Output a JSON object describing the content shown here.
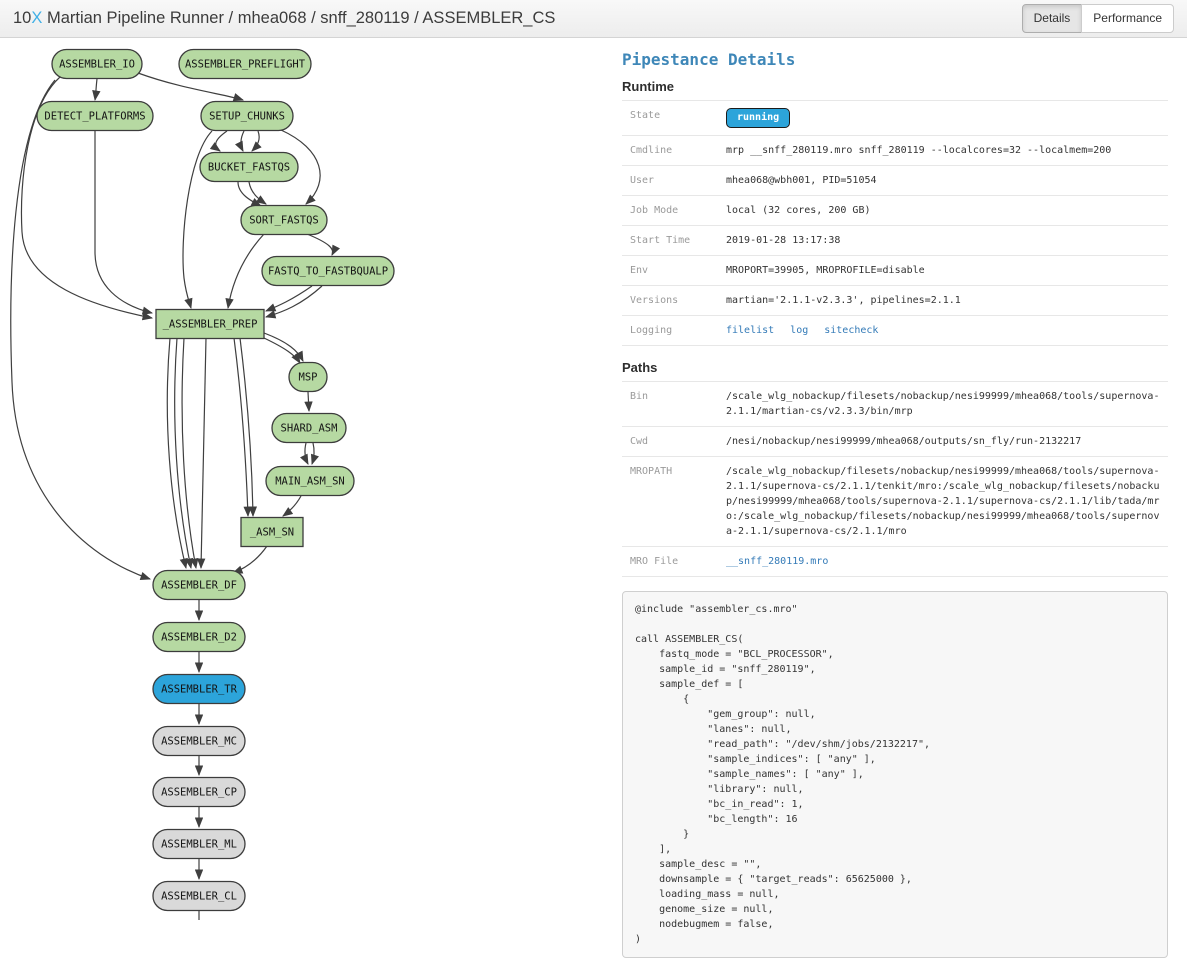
{
  "header": {
    "title_prefix": "10",
    "title_x": "X",
    "title_rest": " Martian Pipeline Runner / mhea068 / snff_280119 / ASSEMBLER_CS",
    "buttons": [
      {
        "label": "Details",
        "active": true
      },
      {
        "label": "Performance",
        "active": false
      }
    ]
  },
  "colors": {
    "node_complete_green": "#b6d9a2",
    "node_running_blue": "#2ca4da",
    "node_waiting_gray": "#d9d9d9",
    "node_border": "#3c3c3c",
    "edge": "#3f3f3f",
    "link_blue": "#337ab7",
    "panel_title_blue": "#3e87b8",
    "badge_blue": "#2ca4da"
  },
  "graph": {
    "nodes": [
      {
        "id": "ASSEMBLER_IO",
        "label": "ASSEMBLER_IO",
        "state": "complete"
      },
      {
        "id": "ASSEMBLER_PREFLIGHT",
        "label": "ASSEMBLER_PREFLIGHT",
        "state": "complete"
      },
      {
        "id": "DETECT_PLATFORMS",
        "label": "DETECT_PLATFORMS",
        "state": "complete"
      },
      {
        "id": "SETUP_CHUNKS",
        "label": "SETUP_CHUNKS",
        "state": "complete"
      },
      {
        "id": "BUCKET_FASTQS",
        "label": "BUCKET_FASTQS",
        "state": "complete"
      },
      {
        "id": "SORT_FASTQS",
        "label": "SORT_FASTQS",
        "state": "complete"
      },
      {
        "id": "FASTQ_TO_FASTBQUALP",
        "label": "FASTQ_TO_FASTBQUALP",
        "state": "complete"
      },
      {
        "id": "_ASSEMBLER_PREP",
        "label": "_ASSEMBLER_PREP",
        "state": "complete",
        "shape": "rect"
      },
      {
        "id": "MSP",
        "label": "MSP",
        "state": "complete"
      },
      {
        "id": "SHARD_ASM",
        "label": "SHARD_ASM",
        "state": "complete"
      },
      {
        "id": "MAIN_ASM_SN",
        "label": "MAIN_ASM_SN",
        "state": "complete"
      },
      {
        "id": "_ASM_SN",
        "label": "_ASM_SN",
        "state": "complete",
        "shape": "rect"
      },
      {
        "id": "ASSEMBLER_DF",
        "label": "ASSEMBLER_DF",
        "state": "complete"
      },
      {
        "id": "ASSEMBLER_D2",
        "label": "ASSEMBLER_D2",
        "state": "complete"
      },
      {
        "id": "ASSEMBLER_TR",
        "label": "ASSEMBLER_TR",
        "state": "running"
      },
      {
        "id": "ASSEMBLER_MC",
        "label": "ASSEMBLER_MC",
        "state": "waiting"
      },
      {
        "id": "ASSEMBLER_CP",
        "label": "ASSEMBLER_CP",
        "state": "waiting"
      },
      {
        "id": "ASSEMBLER_ML",
        "label": "ASSEMBLER_ML",
        "state": "waiting"
      },
      {
        "id": "ASSEMBLER_CL",
        "label": "ASSEMBLER_CL",
        "state": "waiting"
      }
    ],
    "edges": [
      {
        "from": "ASSEMBLER_IO",
        "to": "DETECT_PLATFORMS"
      },
      {
        "from": "ASSEMBLER_IO",
        "to": "SETUP_CHUNKS"
      },
      {
        "from": "ASSEMBLER_IO",
        "to": "_ASSEMBLER_PREP"
      },
      {
        "from": "ASSEMBLER_IO",
        "to": "ASSEMBLER_DF"
      },
      {
        "from": "DETECT_PLATFORMS",
        "to": "_ASSEMBLER_PREP"
      },
      {
        "from": "SETUP_CHUNKS",
        "to": "BUCKET_FASTQS"
      },
      {
        "from": "SETUP_CHUNKS",
        "to": "BUCKET_FASTQS"
      },
      {
        "from": "SETUP_CHUNKS",
        "to": "BUCKET_FASTQS"
      },
      {
        "from": "SETUP_CHUNKS",
        "to": "SORT_FASTQS"
      },
      {
        "from": "SETUP_CHUNKS",
        "to": "_ASSEMBLER_PREP"
      },
      {
        "from": "BUCKET_FASTQS",
        "to": "SORT_FASTQS"
      },
      {
        "from": "BUCKET_FASTQS",
        "to": "SORT_FASTQS"
      },
      {
        "from": "SORT_FASTQS",
        "to": "FASTQ_TO_FASTBQUALP"
      },
      {
        "from": "SORT_FASTQS",
        "to": "_ASSEMBLER_PREP"
      },
      {
        "from": "FASTQ_TO_FASTBQUALP",
        "to": "_ASSEMBLER_PREP"
      },
      {
        "from": "FASTQ_TO_FASTBQUALP",
        "to": "_ASSEMBLER_PREP"
      },
      {
        "from": "_ASSEMBLER_PREP",
        "to": "MSP"
      },
      {
        "from": "_ASSEMBLER_PREP",
        "to": "MSP"
      },
      {
        "from": "_ASSEMBLER_PREP",
        "to": "_ASM_SN"
      },
      {
        "from": "_ASSEMBLER_PREP",
        "to": "_ASM_SN"
      },
      {
        "from": "_ASSEMBLER_PREP",
        "to": "ASSEMBLER_DF"
      },
      {
        "from": "_ASSEMBLER_PREP",
        "to": "ASSEMBLER_DF"
      },
      {
        "from": "_ASSEMBLER_PREP",
        "to": "ASSEMBLER_DF"
      },
      {
        "from": "_ASSEMBLER_PREP",
        "to": "ASSEMBLER_DF"
      },
      {
        "from": "MSP",
        "to": "SHARD_ASM"
      },
      {
        "from": "SHARD_ASM",
        "to": "MAIN_ASM_SN"
      },
      {
        "from": "SHARD_ASM",
        "to": "MAIN_ASM_SN"
      },
      {
        "from": "MAIN_ASM_SN",
        "to": "_ASM_SN"
      },
      {
        "from": "_ASM_SN",
        "to": "ASSEMBLER_DF"
      },
      {
        "from": "ASSEMBLER_DF",
        "to": "ASSEMBLER_D2"
      },
      {
        "from": "ASSEMBLER_D2",
        "to": "ASSEMBLER_TR"
      },
      {
        "from": "ASSEMBLER_TR",
        "to": "ASSEMBLER_MC"
      },
      {
        "from": "ASSEMBLER_MC",
        "to": "ASSEMBLER_CP"
      },
      {
        "from": "ASSEMBLER_CP",
        "to": "ASSEMBLER_ML"
      },
      {
        "from": "ASSEMBLER_ML",
        "to": "ASSEMBLER_CL"
      },
      {
        "from": "ASSEMBLER_CL",
        "to": "(continues below fold)"
      }
    ]
  },
  "panel": {
    "title": "Pipestance Details",
    "runtime_heading": "Runtime",
    "paths_heading": "Paths",
    "runtime_rows": [
      {
        "label": "State",
        "type": "badge",
        "value": "running"
      },
      {
        "label": "Cmdline",
        "value": "mrp __snff_280119.mro snff_280119 --localcores=32 --localmem=200"
      },
      {
        "label": "User",
        "value": "mhea068@wbh001, PID=51054"
      },
      {
        "label": "Job Mode",
        "value": "local (32 cores, 200 GB)"
      },
      {
        "label": "Start Time",
        "value": "2019-01-28 13:17:38"
      },
      {
        "label": "Env",
        "value": "MROPORT=39905, MROPROFILE=disable"
      },
      {
        "label": "Versions",
        "value": "martian='2.1.1-v2.3.3', pipelines=2.1.1"
      },
      {
        "label": "Logging",
        "type": "links",
        "links": [
          "filelist",
          "log",
          "sitecheck"
        ]
      }
    ],
    "paths_rows": [
      {
        "label": "Bin",
        "value": "/scale_wlg_nobackup/filesets/nobackup/nesi99999/mhea068/tools/supernova-2.1.1/martian-cs/v2.3.3/bin/mrp"
      },
      {
        "label": "Cwd",
        "value": "/nesi/nobackup/nesi99999/mhea068/outputs/sn_fly/run-2132217"
      },
      {
        "label": "MROPATH",
        "value": "/scale_wlg_nobackup/filesets/nobackup/nesi99999/mhea068/tools/supernova-2.1.1/supernova-cs/2.1.1/tenkit/mro:/scale_wlg_nobackup/filesets/nobackup/nesi99999/mhea068/tools/supernova-2.1.1/supernova-cs/2.1.1/lib/tada/mro:/scale_wlg_nobackup/filesets/nobackup/nesi99999/mhea068/tools/supernova-2.1.1/supernova-cs/2.1.1/mro"
      },
      {
        "label": "MRO File",
        "type": "link",
        "value": "__snff_280119.mro"
      }
    ]
  },
  "mro_code": {
    "lines": [
      "@include \"assembler_cs.mro\"",
      "",
      "call ASSEMBLER_CS(",
      "    fastq_mode = \"BCL_PROCESSOR\",",
      "    sample_id = \"snff_280119\",",
      "    sample_def = [",
      "        {",
      "            \"gem_group\": null,",
      "            \"lanes\": null,",
      "            \"read_path\": \"/dev/shm/jobs/2132217\",",
      "            \"sample_indices\": [ \"any\" ],",
      "            \"sample_names\": [ \"any\" ],",
      "            \"library\": null,",
      "            \"bc_in_read\": 1,",
      "            \"bc_length\": 16",
      "        }",
      "    ],",
      "    sample_desc = \"\",",
      "    downsample = { \"target_reads\": 65625000 },",
      "    loading_mass = null,",
      "    genome_size = null,",
      "    nodebugmem = false,",
      ")"
    ]
  }
}
